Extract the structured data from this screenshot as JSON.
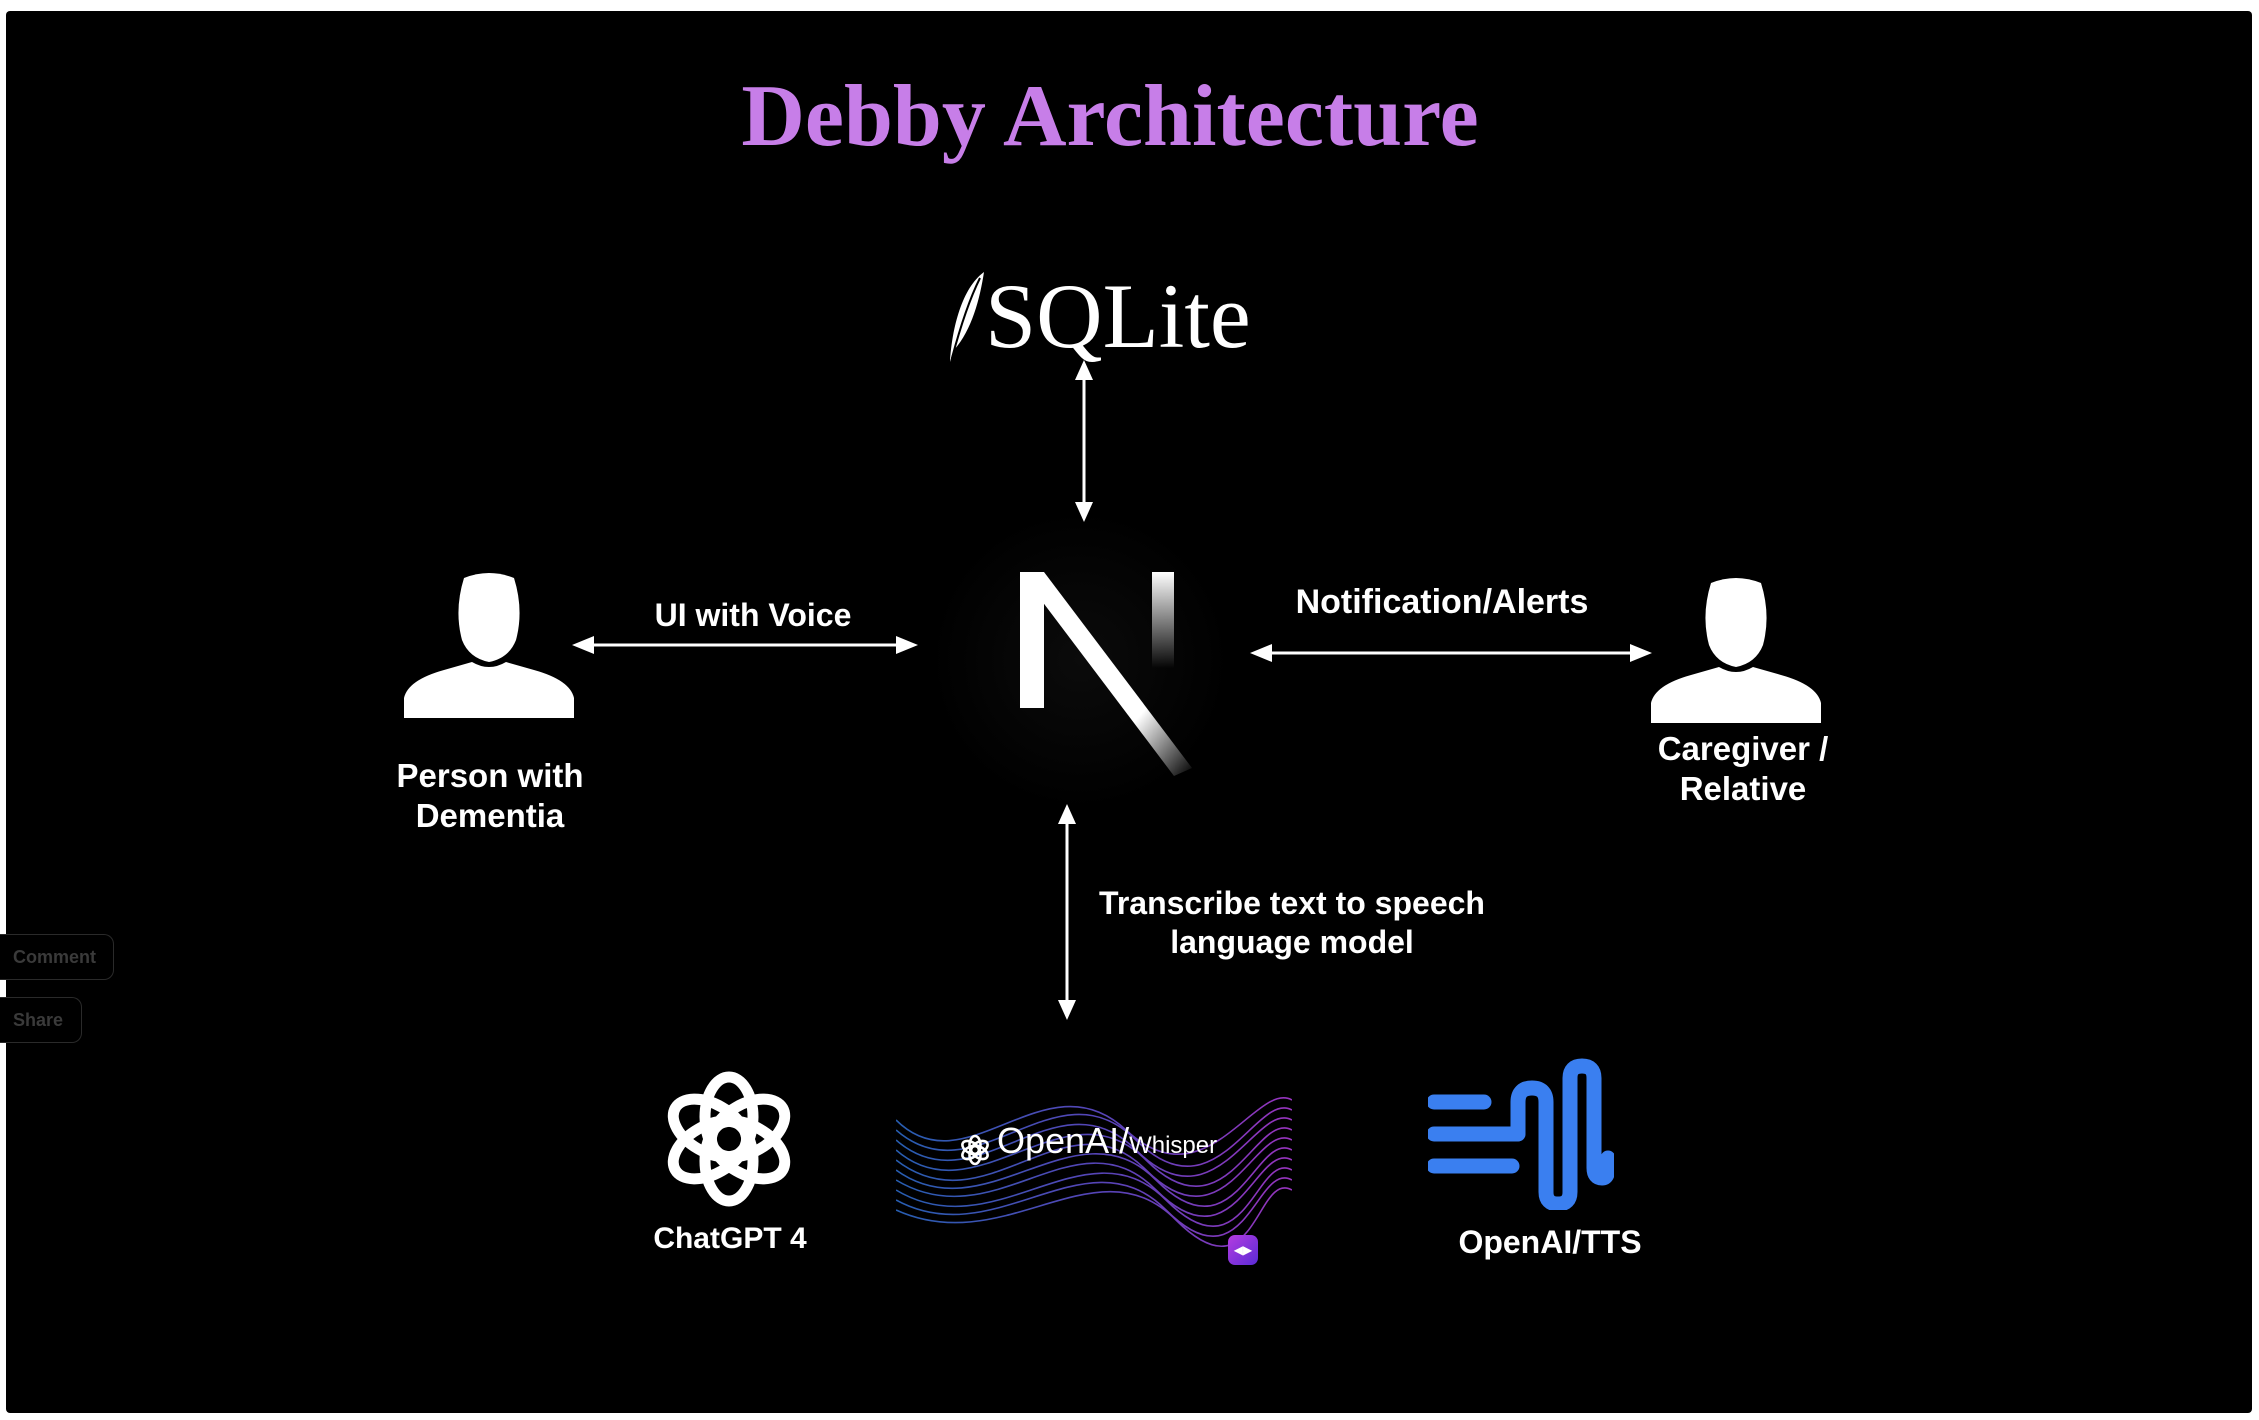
{
  "title": "Debby Architecture",
  "colors": {
    "title": "#c77ee8",
    "background": "#000000",
    "foreground": "#ffffff",
    "tts_blue": "#3a7ff0"
  },
  "nodes": {
    "sqlite": {
      "label": "SQLite",
      "icon": "feather-icon"
    },
    "nextjs": {
      "icon": "nextjs-n-icon"
    },
    "person": {
      "line1": "Person with",
      "line2": "Dementia",
      "icon": "person-icon"
    },
    "caregiver": {
      "line1": "Caregiver /",
      "line2": "Relative",
      "icon": "person-icon"
    },
    "chatgpt": {
      "label": "ChatGPT 4",
      "icon": "openai-knot-icon"
    },
    "whisper": {
      "brand": "OpenAI/",
      "product": "Whisper",
      "icon": "wave-icon"
    },
    "tts": {
      "label": "OpenAI/TTS",
      "icon": "soundwave-icon"
    }
  },
  "edges": {
    "ui_voice": "UI with Voice",
    "notifications": "Notification/Alerts",
    "transcribe_line1": "Transcribe text to speech",
    "transcribe_line2": "language model"
  },
  "side_buttons": {
    "comment": "Comment",
    "share": "Share"
  }
}
